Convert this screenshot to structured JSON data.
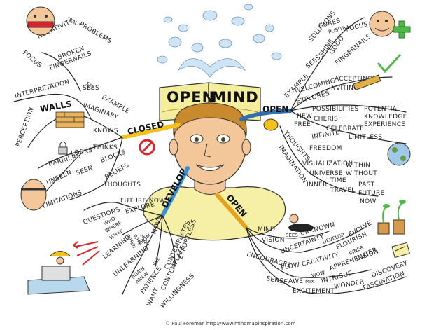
{
  "title_left": "OPEN",
  "title_right": "MIND",
  "footer": "© Paul Foreman http://www.mindmapinspiration.com",
  "main_branches": {
    "open_right": "OPEN",
    "closed": "CLOSED",
    "develop": "DEVELOP",
    "open_bottom": "OPEN"
  },
  "closed_words": {
    "bad": "\"BAD\"",
    "negativity": "NEGATIVITY",
    "problems": "PROBLEMS",
    "focus": "FOCUS",
    "broken": "BROKEN",
    "fingernails": "FINGERNAILS",
    "see": "SEE",
    "sees": "SEES",
    "example": "EXAMPLE",
    "interpretation": "INTERPRETATION",
    "walls": "WALLS",
    "imaginary": "IMAGINARY",
    "perception": "PERCEPTION",
    "knows": "KNOWS",
    "thinks": "THINKS",
    "locks": "LOCKS",
    "barriers": "BARRIERS",
    "blocks": "BLOCKS",
    "seen": "SEEN",
    "unseen": "UNSEEN",
    "beliefs": "BELIEFS",
    "limitations": "LIMITATIONS",
    "thoughts": "THOUGHTS"
  },
  "open_words": {
    "cures": "CURES",
    "positive": "POSITIVE",
    "solutions": "SOLUTIONS",
    "shine": "SHINE",
    "good": "GOOD",
    "focus": "FOCUS",
    "fingernails": "FINGERNAILS",
    "sees": "SEES",
    "example": "EXAMPLE",
    "welcoming": "WELCOMING",
    "accepting": "ACCEPTING",
    "inviting": "INVITING",
    "explores": "EXPLORES",
    "new": "NEW",
    "possibilities": "POSSIBILITIES",
    "potential": "POTENTIAL",
    "knowledge": "KNOWLEDGE",
    "cherish": "CHERISH",
    "experience": "EXPERIENCE",
    "free": "FREE",
    "celebrate": "CELEBRATE",
    "infinite": "INFINITE",
    "limitless": "LIMITLESS",
    "freedom": "FREEDOM",
    "thoughts": "THOUGHTS",
    "imagination": "IMAGINATION",
    "visualization": "VISUALIZATION",
    "universe": "UNIVERSE",
    "within": "WITHIN",
    "without": "WITHOUT",
    "inner": "INNER",
    "time": "TIME",
    "travel": "TRAVEL",
    "past": "PAST",
    "future": "FUTURE",
    "now": "NOW"
  },
  "develop_words": {
    "future_now": "FUTURE NOW",
    "questions": "QUESTIONS",
    "explore": "EXPLORE",
    "who": "WHO",
    "where": "WHERE",
    "what": "WHAT",
    "when": "WHEN",
    "why": "WHY",
    "how": "HOW",
    "learning": "LEARNING",
    "from": "FROM",
    "move": "MOVE",
    "unlearning": "UNLEARNING",
    "again": "AGAIN",
    "anew": "ANEW",
    "see": "SEE",
    "contemplates": "CONTEMPLATES",
    "patience": "PATIENCE",
    "effortless": "EFFORTLESS",
    "contemplate": "CONTEMPLATE",
    "want": "WANT",
    "willingness": "WILLINGNESS"
  },
  "mind_words": {
    "mind": "MIND",
    "vision": "VISION",
    "sees": "SEES",
    "unknown": "UNKNOWN",
    "encourages": "ENCOURAGES",
    "uncertainty": "UNCERTAINTY",
    "develop": "DEVELOP",
    "evolve": "EVOLVE",
    "flourish": "FLOURISH",
    "flow": "FLOW",
    "creativity": "CREATIVITY",
    "inner": "INNER",
    "outer": "OUTER",
    "wow": "WOW",
    "apprehension": "APPREHENSION",
    "sense": "SENSE",
    "awe": "AWE",
    "mix": "MIX",
    "intrigue": "INTRIGUE",
    "excitement": "EXCITEMENT",
    "wonder": "WONDER",
    "discovery": "DISCOVERY",
    "fascination": "FASCINATION"
  },
  "colors": {
    "open_branch": "#2f6fb0",
    "closed_branch": "#f2c21b",
    "develop_branch": "#3a8fd0",
    "open_bottom_branch": "#e7a11c",
    "skin": "#f4c79a",
    "shirt": "#f6f0a6",
    "book_page": "#f3ed9c",
    "water": "#b8d8ee"
  }
}
